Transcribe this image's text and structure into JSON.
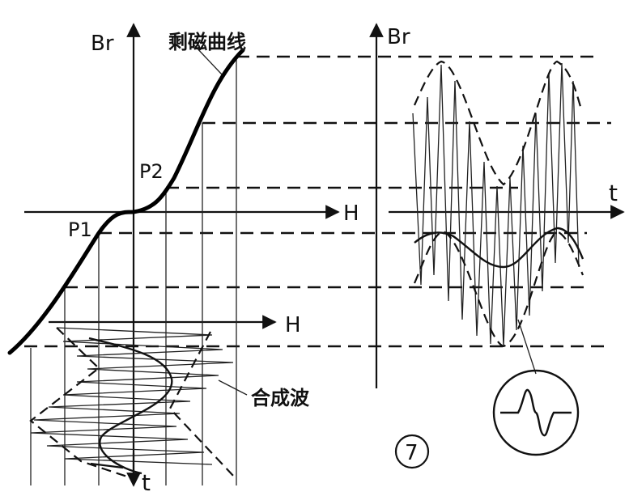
{
  "labels": {
    "br_left": "Br",
    "br_right": "Br",
    "h_main": "H",
    "h_lower": "H",
    "t_right": "t",
    "t_bottom": "t",
    "p1": "P1",
    "p2": "P2",
    "curve_name": "剩磁曲线",
    "composite_wave": "合成波",
    "figure_number": "7"
  }
}
